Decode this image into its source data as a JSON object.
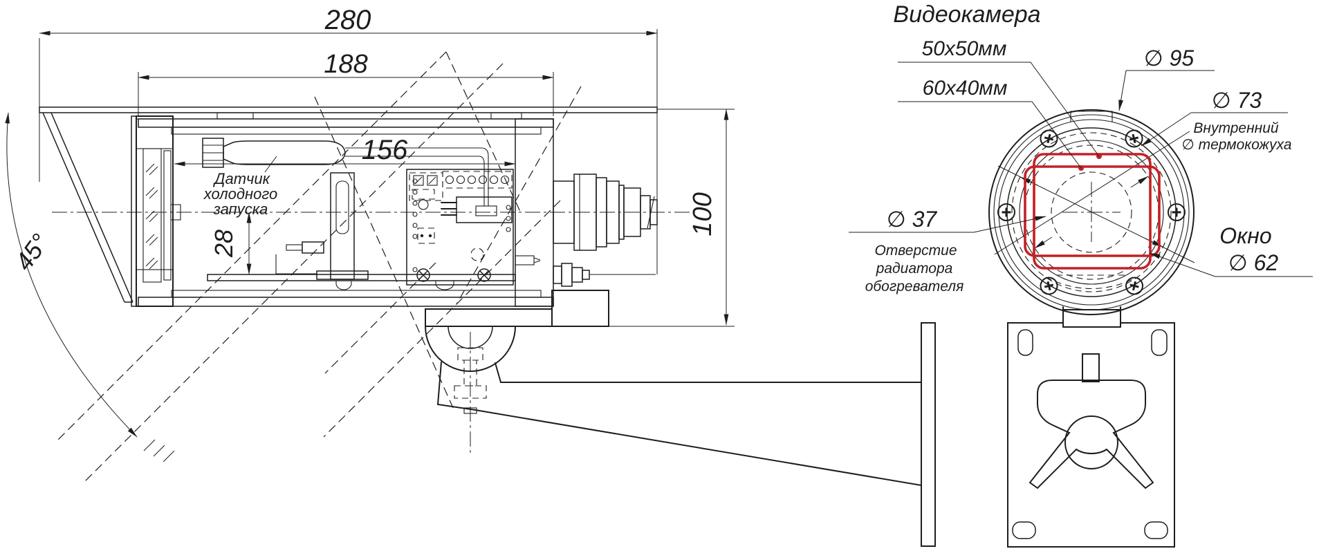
{
  "colors": {
    "line": "#1d1d1b",
    "red": "#c32026",
    "background": "#ffffff"
  },
  "side_view": {
    "dim_width_overall": "280",
    "dim_width_body": "188",
    "dim_width_inner": "156",
    "dim_offset": "28",
    "dim_height": "100",
    "angle": "45°",
    "sensor_label": {
      "line1": "Датчик",
      "line2": "холодного",
      "line3": "запуска"
    }
  },
  "front_view": {
    "title": "Видеокамера",
    "camera_size_1": "50x50мм",
    "camera_size_2": "60x40мм",
    "dia_outer": "∅ 95",
    "dia_inner": "∅ 73",
    "dia_inner_note": {
      "line1": "Внутренний",
      "line2": "∅ термокожуха"
    },
    "dia_heater": "∅ 37",
    "dia_heater_note": {
      "line1": "Отверстие",
      "line2": "радиатора",
      "line3": "обогревателя"
    },
    "window_label": {
      "line1": "Окно",
      "line2": "∅ 62"
    }
  }
}
